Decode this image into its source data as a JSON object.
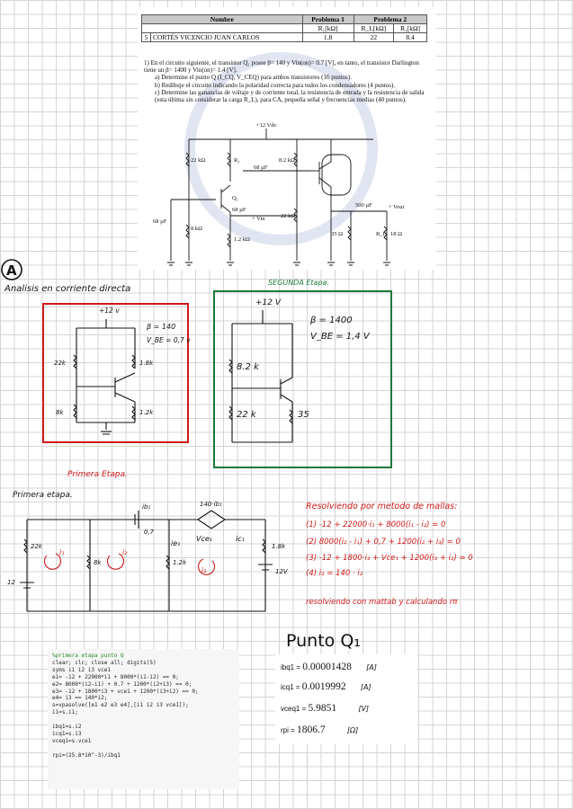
{
  "header_table": {
    "headers": [
      "Nombre",
      "Problema 1",
      "Problema 2"
    ],
    "subheaders": [
      "R₁[kΩ]",
      "R_L[kΩ]",
      "R₁[kΩ]"
    ],
    "row": {
      "num": "5",
      "name": "CORTÉS VICENCIO JUAN CARLOS",
      "p1": "1.8",
      "p2a": "22",
      "p2b": "8.4"
    }
  },
  "problem": {
    "intro": "1)   En el circuito siguiente, el transistor Q₁ posee β= 140 y Vin(on)= 0.7 [V], en tanto, el transistor Darlington tiene un β= 1400 y Vin(on)= 1.4 [V].",
    "a": "a)   Determine el punto Q (I_CQ, V_CEQ) para ambos transistores (16 puntos).",
    "b": "b)   Redibuje el circuito indicando la polaridad correcta para todos los condensadores (4 puntos).",
    "c": "c)   Determine las ganancias de voltaje y de corriente total, la resistencia de entrada y la resistencia de salida (esta última sin considerar la carga R_L), para CA, pequeña señal y frecuencias medias (40 puntos)."
  },
  "schematic_labels": {
    "vcc": "+12 Vdc",
    "r22": "22 kΩ",
    "r1": "R₁",
    "r82": "8.2 kΩ",
    "c68a": "68 µF",
    "q1": "Q₁",
    "c68b": "68 µF",
    "rin": "+ Vin",
    "r22b": "22 kΩ",
    "c500": "500 µF",
    "vout": "+ Vout",
    "c68c": "68 µF",
    "r8": "8 kΩ",
    "r12": "1.2 kΩ",
    "r35": "35 Ω",
    "rl": "R_L",
    "r18": "18 Ω"
  },
  "section_marker": "A",
  "dc_analysis_title": "Analisis en corriente directa",
  "stage1": {
    "vcc": "+12 v",
    "beta": "β = 140",
    "vbe": "V_BE = 0,7 v",
    "r_top_left": "22k",
    "r_top_right": "1.8k",
    "r_bot_left": "8k",
    "r_bot_right": "1.2k",
    "caption": "Primera Etapa."
  },
  "stage2": {
    "title": "SEGUNDA Etapa.",
    "vcc": "+12 V",
    "beta": "β = 1400",
    "vbe": "V_BE = 1,4 V",
    "r_top": "8.2 k",
    "r_bot": "22 k",
    "r_e": "35"
  },
  "mesh": {
    "title": "Primera etapa.",
    "ib": "ib₁",
    "dep_source": "140·ib₁",
    "vbe": "0,7",
    "vce": "Vce₁",
    "ic": "ic₁",
    "ie": "ie₁",
    "r22": "22k",
    "r8": "8k",
    "r12": "1.2k",
    "r18": "1.8k",
    "v_left": "12",
    "v_right": "12V",
    "i1": "i₁",
    "i2": "i₂",
    "i3": "i₃"
  },
  "equations": {
    "title": "Resolviendo por metodo de mallas:",
    "lines": [
      "(1)   -12 + 22000·i₁ + 8000(i₁ - i₂) = 0",
      "(2)   8000(i₂ - i₁) + 0,7 + 1200(i₂ + i₃) = 0",
      "(3)   -12 + 1800·i₃ + Vce₁ + 1200(i₃ + i₂) = 0",
      "(4)   i₃ = 140 · i₂"
    ],
    "footer": "resolviendo con mattab y calculando rπ"
  },
  "code": {
    "lines": [
      "%primera etapa punto Q",
      "clear; clc; close all; digits(5)",
      "syms i1 i2 i3 vce1",
      "e1= -12 + 22000*i1 + 8000*(i1-i2) == 0;",
      "e2= 8000*(i2-i1) + 0.7 + 1200*(i2+i3) == 0;",
      "e3= -12 + 1800*i3 + vce1 + 1200*(i3+i2) == 0;",
      "e4= i3 == 140*i2;",
      "s=vpasolve([e1 e2 e3 e4],[i1 i2 i3 vce1]);",
      "i1=s.i1;",
      "",
      "ibq1=s.i2",
      "icq1=s.i3",
      "vceq1=s.vce1",
      "",
      "rpi=(25.8*10^-3)/ibq1"
    ]
  },
  "results": {
    "title": "Punto Q₁",
    "rows": [
      {
        "label": "ibq1 = ",
        "value": "0.00001428",
        "unit": "[A]"
      },
      {
        "label": "icq1 = ",
        "value": "0.0019992",
        "unit": "[A]"
      },
      {
        "label": "vceq1 = ",
        "value": "5.9851",
        "unit": "[V]"
      },
      {
        "label": "rpi = ",
        "value": "1806.7",
        "unit": "[Ω]"
      }
    ]
  }
}
